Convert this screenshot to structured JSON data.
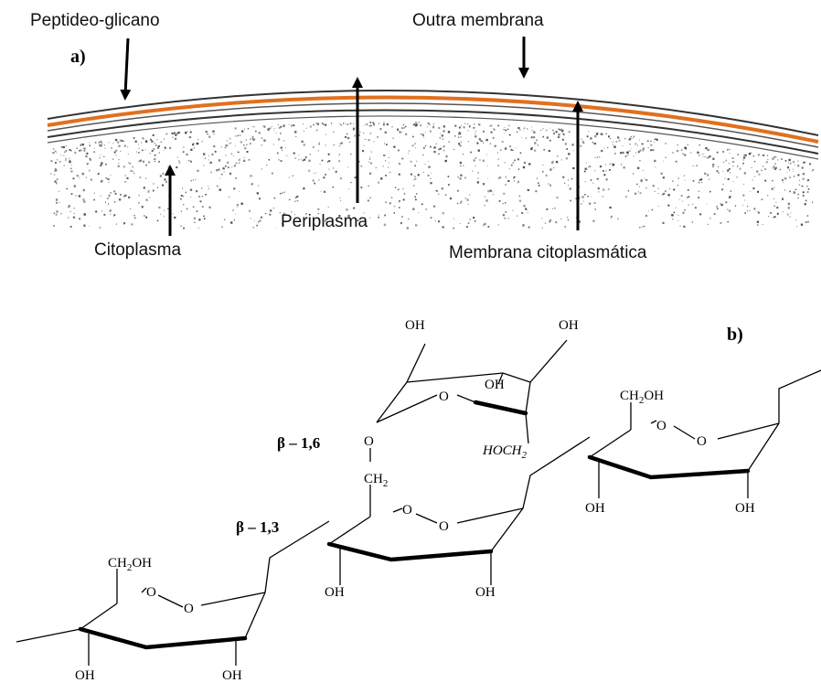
{
  "panel_a": {
    "tag": "a)",
    "labels": {
      "peptidoglycan": "Peptideo-glicano",
      "outer_membrane": "Outra membrana",
      "cytoplasm": "Citoplasma",
      "periplasm": "Periplasma",
      "cytoplasmic_membrane": "Membrana citoplasmática"
    },
    "colors": {
      "peptidoglycan_layer": "#e0701f",
      "membrane": "#333333",
      "stipple": "#3a3a3a"
    }
  },
  "panel_b": {
    "tag": "b)",
    "linkages": {
      "beta16": "β – 1,6",
      "beta13": "β – 1,3"
    },
    "chem": {
      "oh": "OH",
      "o": "O",
      "ch2oh": "CH",
      "ch2oh_sub": "2",
      "ch2oh_tail": "OH",
      "hoch2": "HOCH",
      "hoch2_sub": "2",
      "ch2": "CH",
      "ch2_sub": "2"
    }
  }
}
